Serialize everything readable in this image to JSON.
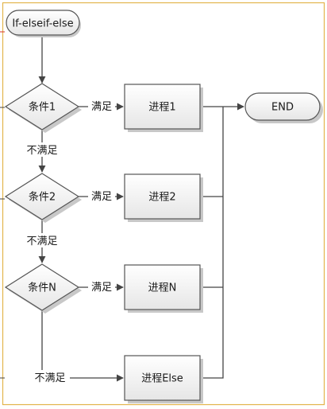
{
  "diagram": {
    "start_label": "If-elseif-else",
    "end_label": "END",
    "conditions": [
      {
        "label": "条件1",
        "yes": "满足",
        "no": "不满足",
        "process": "进程1"
      },
      {
        "label": "条件2",
        "yes": "满足",
        "no": "不满足",
        "process": "进程2"
      },
      {
        "label": "条件N",
        "yes": "满足",
        "no": "不满足",
        "process": "进程N"
      }
    ],
    "else_process": "进程Else",
    "colors": {
      "frame": "#e3b44c",
      "stroke": "#555555",
      "shadow": "#c8c8c8",
      "fill_top": "#ffffff",
      "fill_bottom": "#e8e8e8",
      "side_mark": "#d9342b"
    }
  }
}
